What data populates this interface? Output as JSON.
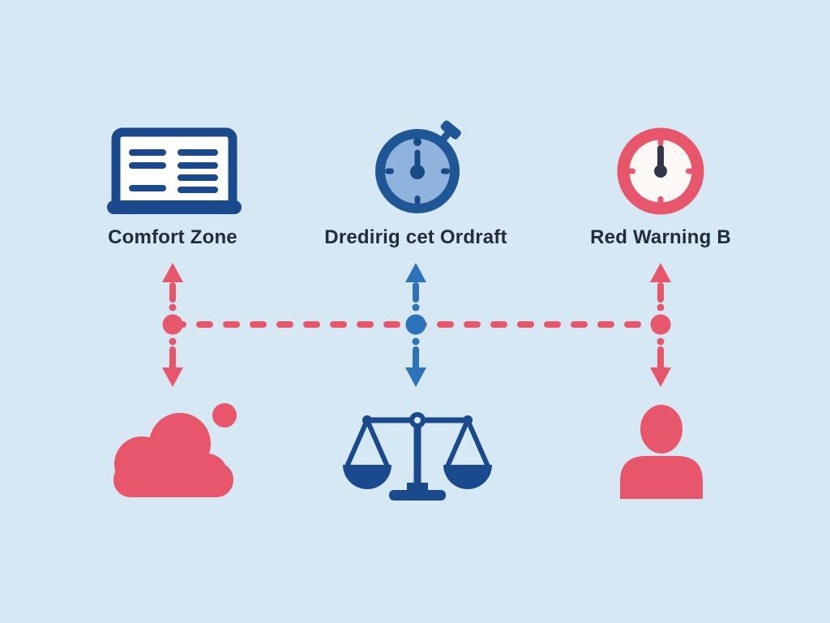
{
  "figure": {
    "background_color": "#D6E8F3",
    "label_text_color": "#242B39",
    "columns": [
      {
        "id": "left",
        "label": "Comfort Zone",
        "top_icon": "laptop-document-icon",
        "bottom_icon": "cloud-blob-icon",
        "node_color": "#E8566B",
        "arrow_color": "#E8566B"
      },
      {
        "id": "center",
        "label": "Dredirig cet Ordraft",
        "top_icon": "stopwatch-icon",
        "bottom_icon": "balance-scale-icon",
        "node_color": "#2E72BC",
        "arrow_color": "#2E72BC"
      },
      {
        "id": "right",
        "label": "Red Warning B",
        "top_icon": "clock-icon",
        "bottom_icon": "person-icon",
        "node_color": "#E8566B",
        "arrow_color": "#E8566B"
      }
    ],
    "connector": {
      "style": "dashed-horizontal-line",
      "color": "#E8566B",
      "nodes": 3,
      "arrows_per_node": [
        "up",
        "down"
      ]
    },
    "palette": {
      "red_accent": "#E8566B",
      "blue_accent": "#2E72BC",
      "navy": "#1A4A8D",
      "stopwatch_ring": "#1F5796",
      "stopwatch_face": "#8FB3DC",
      "clock_ring": "#E8566B",
      "clock_face": "#FBF8F6",
      "clock_hand": "#30374A"
    }
  }
}
